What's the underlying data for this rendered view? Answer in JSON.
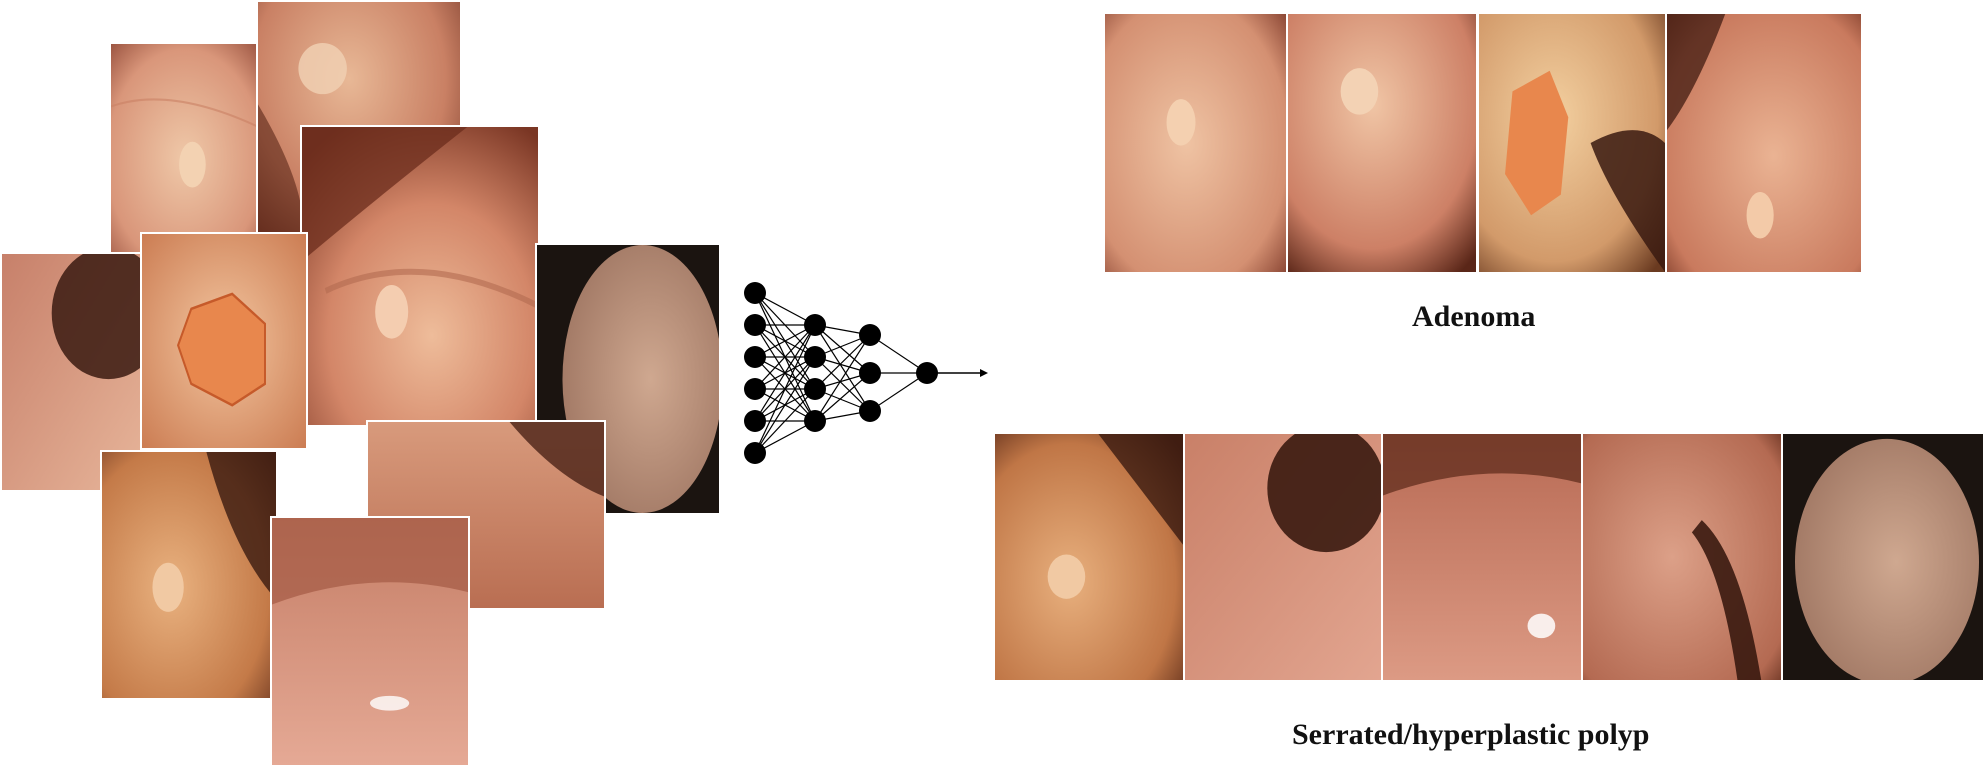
{
  "labels": {
    "adenoma": "Adenoma",
    "serrated": "Serrated/hyperplastic polyp"
  },
  "colors": {
    "mucosa_light": "#e9b99a",
    "mucosa_mid": "#c98064",
    "mucosa_dark": "#7a3a28",
    "lumen": "#3a1a10",
    "polyp": "#f1c7a7",
    "polyp_adenoma": "#e8874d",
    "nn_node": "#000000"
  },
  "network": {
    "layers": [
      6,
      4,
      3,
      1
    ]
  }
}
